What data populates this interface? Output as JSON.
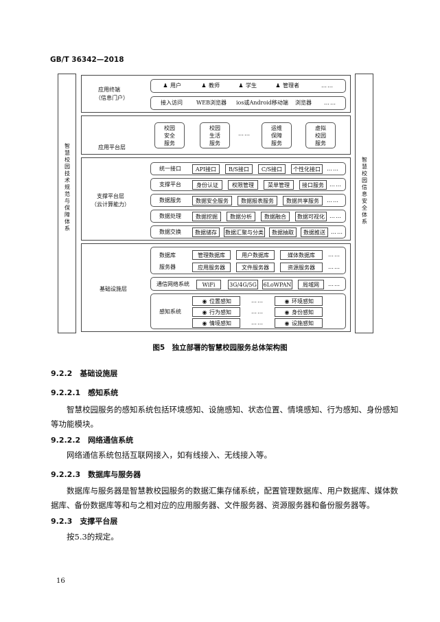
{
  "header": {
    "standard_id": "GB/T 36342—2018"
  },
  "diagram": {
    "left_side": "智慧校园技术规范与保障体系",
    "right_side": "智慧校园信息安全体系",
    "layers": {
      "app_terminal": {
        "title_line1": "应用终端",
        "title_line2": "（信息门户）",
        "users": [
          "用户",
          "教师",
          "学生",
          "管理者"
        ],
        "users_more": "……",
        "access_row": [
          "接入访问",
          "WEB浏览器",
          "ios或Android移动端",
          "浏览器"
        ],
        "access_more": "……"
      },
      "app_platform": {
        "title": "应用平台层",
        "services": [
          "校园安全服务",
          "校园生活服务",
          "运维保障服务",
          "虚拟校园服务"
        ],
        "services_more": "……"
      },
      "support_platform": {
        "title_line1": "支撑平台层",
        "title_line2": "（云计算能力）",
        "rows": [
          {
            "label": "统一接口",
            "items": [
              "API接口",
              "B/S接口",
              "C/S接口",
              "个性化接口"
            ],
            "more": "……"
          },
          {
            "label": "支撑平台",
            "items": [
              "身份认证",
              "权限管理",
              "菜单管理",
              "接口服务"
            ],
            "more": "……"
          },
          {
            "label": "数据服务",
            "items": [
              "数据安全服务",
              "数据报表服务",
              "数据共享服务"
            ],
            "more": "……"
          },
          {
            "label": "数据处理",
            "items": [
              "数据挖掘",
              "数据分析",
              "数据融合",
              "数据可视化"
            ],
            "more": "……"
          },
          {
            "label": "数据交换",
            "items": [
              "数据储存",
              "数据汇聚与分类",
              "数据抽取",
              "数据推送"
            ],
            "more": "……"
          }
        ]
      },
      "infrastructure": {
        "title": "基础设施层",
        "db_label": "数据库",
        "server_label": "服务器",
        "db_items": [
          "管理数据库",
          "用户数据库",
          "媒体数据库"
        ],
        "server_items": [
          "应用服务器",
          "文件服务器",
          "资源服务器"
        ],
        "db_more": "……",
        "server_more": "……",
        "network_label": "通信网络系统",
        "network_items": [
          "WiFi",
          "3G/4G/5G",
          "6LoWPAN",
          "局域网"
        ],
        "network_more": "……",
        "sensing_label": "感知系统",
        "sensing_left": [
          "位置感知",
          "行为感知",
          "情境感知"
        ],
        "sensing_right": [
          "环境感知",
          "身份感知",
          "设施感知"
        ],
        "sensing_more": "……"
      }
    }
  },
  "figure_caption": "图5　独立部署的智慧校园服务总体架构图",
  "sections": [
    {
      "num": "9.2.2",
      "title": "基础设施层"
    },
    {
      "num": "9.2.2.1",
      "title": "感知系统"
    },
    {
      "num": "9.2.2.2",
      "title": "网络通信系统"
    },
    {
      "num": "9.2.2.3",
      "title": "数据库与服务器"
    },
    {
      "num": "9.2.3",
      "title": "支撑平台层"
    }
  ],
  "paragraphs": {
    "p1": "智慧校园服务的感知系统包括环境感知、设施感知、状态位置、情境感知、行为感知、身份感知等功能模块。",
    "p2": "网络通信系统包括互联网接入，如有线接入、无线接入等。",
    "p3": "数据库与服务器是智慧教校园服务的数据汇集存储系统，配置管理数据库、用户数据库、媒体数据库、备份数据库等和与之相对应的应用服务器、文件服务器、资源服务器和备份服务器等。",
    "p4": "按5.3的规定。"
  },
  "page_number": "16",
  "icons": {
    "user": "people-icon",
    "teacher": "teacher-icon",
    "student": "student-icon",
    "admin": "admin-icon",
    "sensor": "sensor-icon"
  }
}
